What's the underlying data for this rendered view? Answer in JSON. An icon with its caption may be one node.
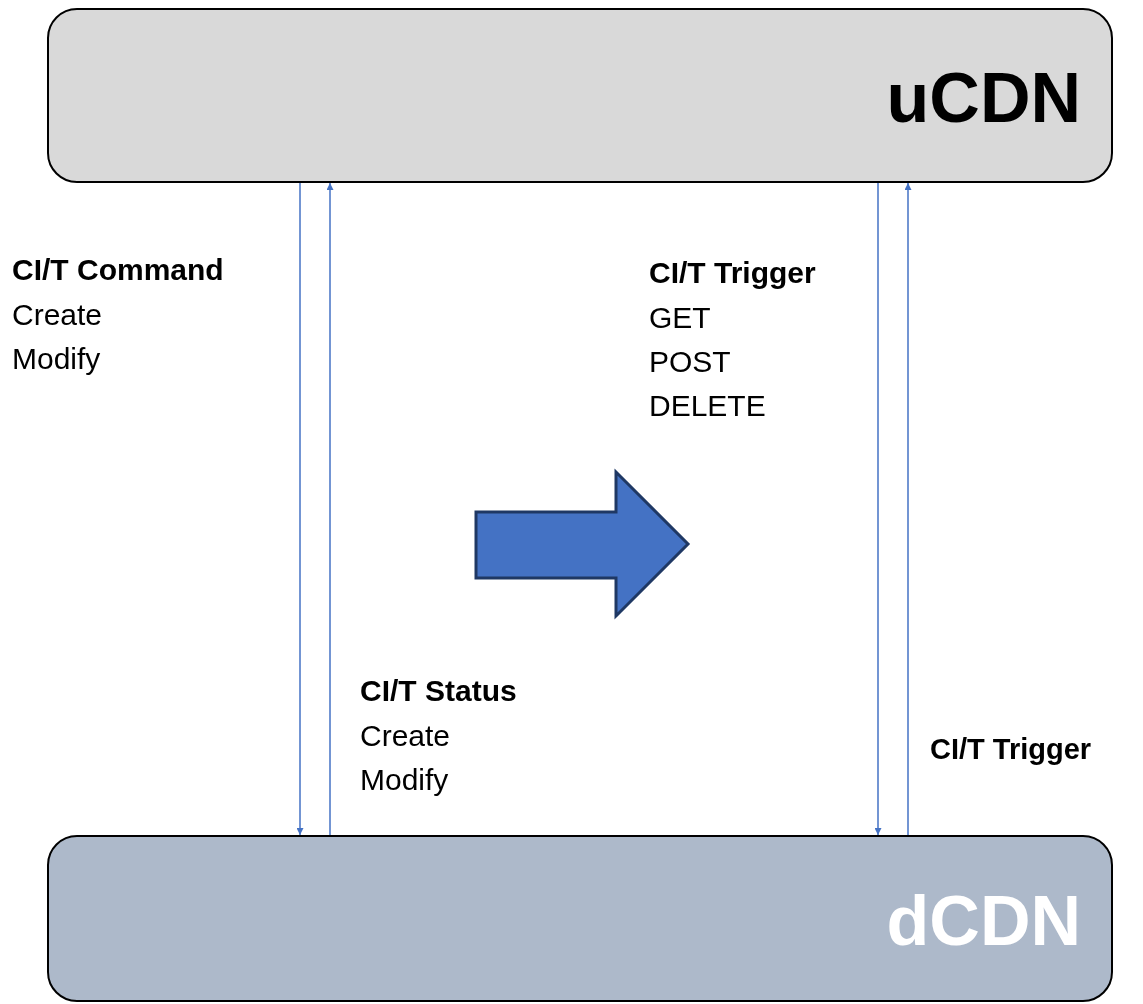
{
  "diagram": {
    "nodes": [
      {
        "text": [
          "uCDN"
        ]
      },
      {
        "text": [
          "dCDN"
        ]
      }
    ],
    "edges": [
      {
        "from": 0,
        "to": 1,
        "arrow": "to"
      },
      {
        "from": 1,
        "to": 0,
        "arrow": "to"
      },
      {
        "from": 0,
        "to": 1,
        "arrow": "to"
      },
      {
        "from": 1,
        "to": 0,
        "arrow": "to"
      }
    ],
    "labels": [
      "CI/T Command",
      "Create",
      "Modify",
      "CI/T Trigger",
      "GET",
      "POST",
      "DELETE",
      "CI/T Status",
      "Create",
      "Modify",
      "CI/T Trigger"
    ]
  }
}
